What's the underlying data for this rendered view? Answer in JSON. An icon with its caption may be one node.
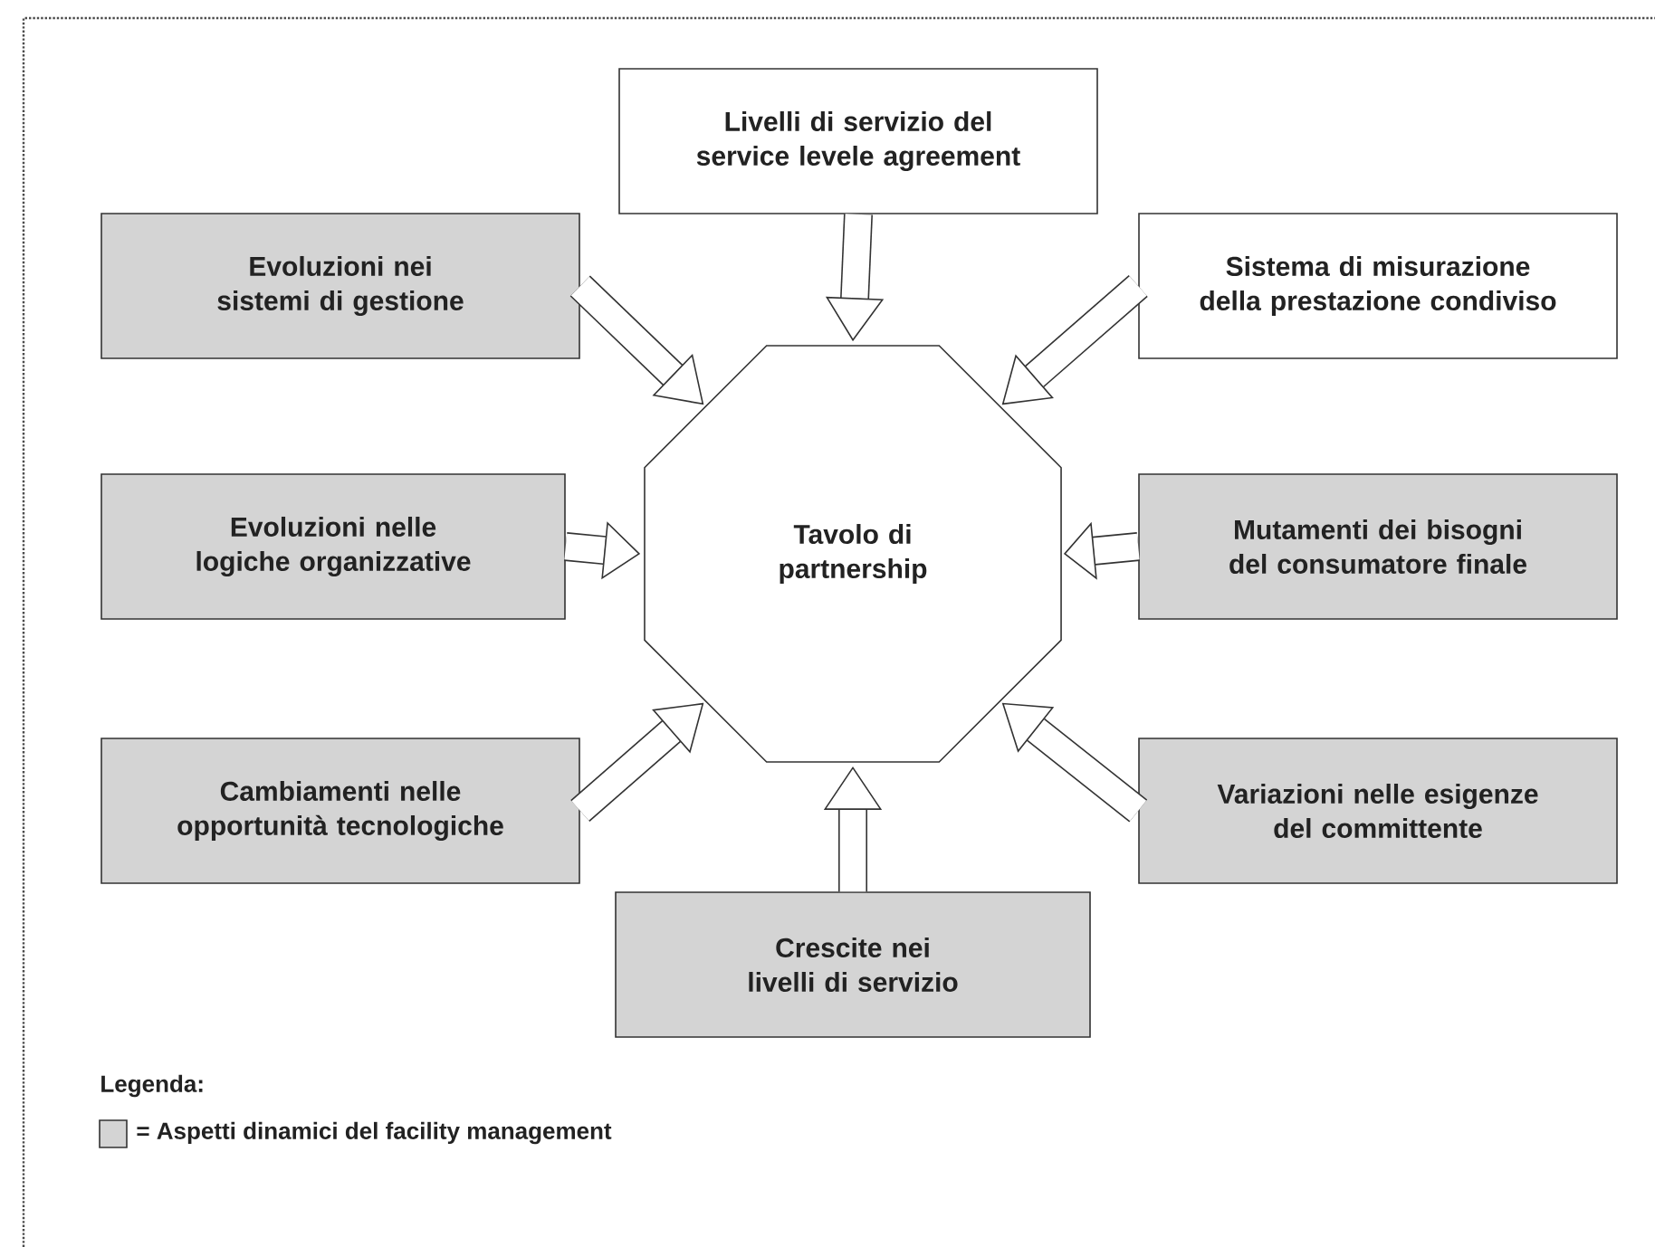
{
  "diagram": {
    "nodes": [
      {
        "text": [
          "Tavolo di partnership"
        ]
      },
      {
        "text": [
          "Livelli di servizio del service levele agreement"
        ]
      },
      {
        "text": [
          "Evoluzioni nei sistemi di gestione"
        ]
      },
      {
        "text": [
          "Sistema di misurazione della prestazione condiviso"
        ]
      },
      {
        "text": [
          "Evoluzioni nelle logiche organizzative"
        ]
      },
      {
        "text": [
          "Mutamenti dei bisogni del consumatore finale"
        ]
      },
      {
        "text": [
          "Cambiamenti nelle opportunità tecnologiche"
        ]
      },
      {
        "text": [
          "Variazioni nelle esigenze del committente"
        ]
      },
      {
        "text": [
          "Crescite nei livelli di servizio"
        ]
      }
    ],
    "edges": [
      {
        "from": 1,
        "to": 0,
        "arrow": "to"
      },
      {
        "from": 2,
        "to": 0,
        "arrow": "to"
      },
      {
        "from": 3,
        "to": 0,
        "arrow": "to"
      },
      {
        "from": 4,
        "to": 0,
        "arrow": "to"
      },
      {
        "from": 5,
        "to": 0,
        "arrow": "to"
      },
      {
        "from": 6,
        "to": 0,
        "arrow": "to"
      },
      {
        "from": 7,
        "to": 0,
        "arrow": "to"
      },
      {
        "from": 8,
        "to": 0,
        "arrow": "to"
      }
    ],
    "labels": [
      "Legenda:"
    ],
    "legend": [
      {
        "text": "= Aspetti dinamici del facility management",
        "color": "#d4d4d4"
      }
    ]
  }
}
